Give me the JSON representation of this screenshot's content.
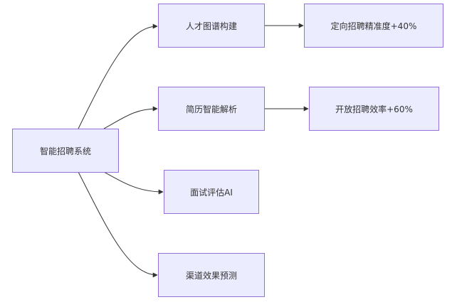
{
  "diagram": {
    "type": "flowchart",
    "direction": "LR",
    "colors": {
      "node_fill": "#ececff",
      "node_border": "#9370db",
      "edge": "#333333",
      "text": "#333333"
    },
    "nodes": [
      {
        "id": "root",
        "label": "智能招聘系统"
      },
      {
        "id": "talent_map",
        "label": "人才图谱构建"
      },
      {
        "id": "resume_parse",
        "label": "简历智能解析"
      },
      {
        "id": "interview_ai",
        "label": "面试评估AI"
      },
      {
        "id": "channel_predict",
        "label": "渠道效果预测"
      },
      {
        "id": "targeted_accuracy",
        "label": "定向招聘精准度+40%"
      },
      {
        "id": "open_efficiency",
        "label": "开放招聘效率+60%"
      }
    ],
    "edges": [
      {
        "from": "root",
        "to": "talent_map"
      },
      {
        "from": "root",
        "to": "resume_parse"
      },
      {
        "from": "root",
        "to": "interview_ai"
      },
      {
        "from": "root",
        "to": "channel_predict"
      },
      {
        "from": "talent_map",
        "to": "targeted_accuracy"
      },
      {
        "from": "resume_parse",
        "to": "open_efficiency"
      }
    ]
  }
}
